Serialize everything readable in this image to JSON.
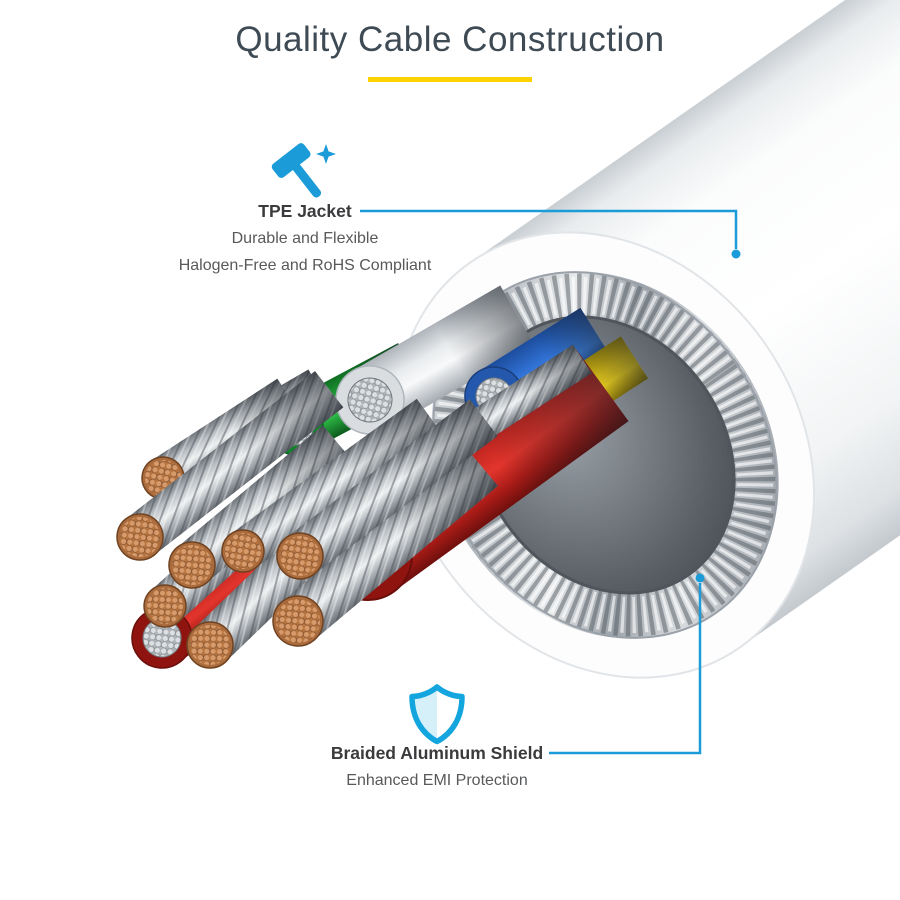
{
  "header": {
    "title": "Quality Cable Construction",
    "divider_color": "#FFD200"
  },
  "accent_cyan": "#1B9CD8",
  "tpe_callout": {
    "icon": "hammer-icon",
    "title": "TPE Jacket",
    "desc1": "Durable and Flexible",
    "desc2": "Halogen-Free and RoHS Compliant"
  },
  "shield_callout": {
    "icon": "shield-icon",
    "title": "Braided Aluminum Shield",
    "desc1": "Enhanced EMI Protection"
  },
  "illustration": {
    "subject": "cable-cutaway",
    "jacket_color": "#FFFFFF",
    "shield_metal_color": "#C7CCD1",
    "wire_colors": {
      "green": "#23A33C",
      "white": "#ECEFF1",
      "blue": "#2F6FD0",
      "yellow": "#E6C619",
      "red": "#CF2B27",
      "copper": "#C5854F"
    }
  }
}
